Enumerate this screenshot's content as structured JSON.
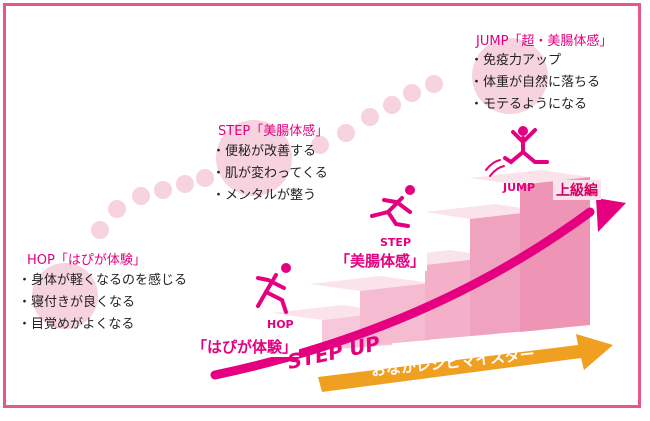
{
  "hop": {
    "heading": "HOP「はぴが体験」",
    "items": [
      "・身体が軽くなるのを感じる",
      "・寝付きが良くなる",
      "・目覚めがよくなる"
    ],
    "figure_label": "HOP",
    "stage_name": "「はぴが体験」"
  },
  "step": {
    "heading": "STEP「美腸体感」",
    "items": [
      "・便秘が改善する",
      "・肌が変わってくる",
      "・メンタルが整う"
    ],
    "figure_label": "STEP",
    "stage_name": "「美腸体感」"
  },
  "jump": {
    "heading": "JUMP「超・美腸体感」",
    "items": [
      "・免疫力アップ",
      "・体重が自然に落ちる",
      "・モテるようになる"
    ],
    "figure_label": "JUMP",
    "level": "上級編"
  },
  "step_up_label": "STEP UP",
  "master_label": "おなかレシピマイスター",
  "colors": {
    "accent": "#e4007f",
    "frame": "#e8568e",
    "bubble": "#f6d3df",
    "arrow_orange": "#f0a020"
  }
}
